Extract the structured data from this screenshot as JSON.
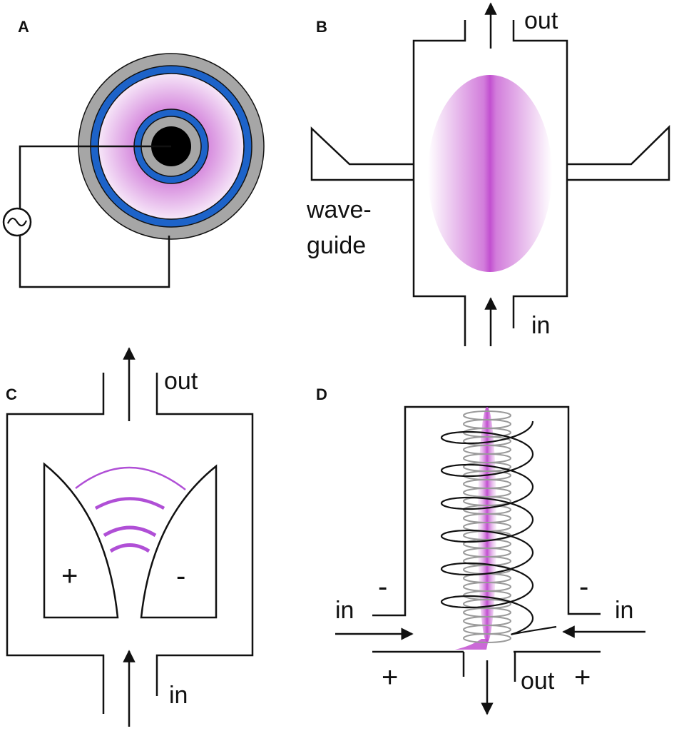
{
  "panels": {
    "a": {
      "label": "A"
    },
    "b": {
      "label": "B",
      "out_label": "out",
      "in_label": "in",
      "waveguide_line1": "wave-",
      "waveguide_line2": "guide"
    },
    "c": {
      "label": "C",
      "out_label": "out",
      "in_label": "in",
      "plus": "+",
      "minus": "-"
    },
    "d": {
      "label": "D",
      "in_left": "in",
      "in_right": "in",
      "out_label": "out",
      "minus_left": "-",
      "minus_right": "-",
      "plus_left": "+",
      "plus_right": "+"
    }
  },
  "colors": {
    "plasma": "#c24fd0",
    "electrode_blue": "#1d63c9",
    "dielectric_gray": "#a6a6a6",
    "line": "#111111"
  }
}
